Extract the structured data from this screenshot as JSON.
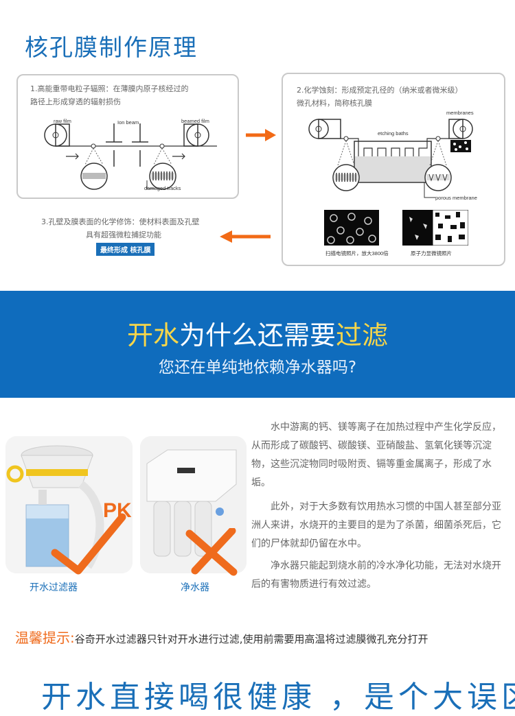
{
  "section1": {
    "title": "核孔膜制作原理",
    "step1": {
      "line1": "1.高能重带电粒子辐照：在薄膜内原子核经过的",
      "line2": "路径上形成穿透的辐射损伤",
      "labels": {
        "raw_film": "raw film",
        "ion_beam": "Ion beam",
        "beamed_film": "beamed film",
        "damaged_tracks": "damaged tracks"
      }
    },
    "step2": {
      "line1": "2.化学蚀刻：形成预定孔径的（纳米或者微米级）",
      "line2": "微孔材料，简称核孔膜",
      "labels": {
        "membranes": "membranes",
        "etching_baths": "etching baths",
        "porous_membrane": "porous membrane"
      },
      "caption_sem": "扫描电镜照片，放大3800倍",
      "caption_afm": "原子力显微镜照片"
    },
    "step3": {
      "line1": "3.孔壁及膜表面的化学修饰：使材料表面及孔壁",
      "line2": "具有超强微粒捕捉功能",
      "badge": "最终形成 核孔膜"
    }
  },
  "banner": {
    "title_p1": "开水",
    "title_p2": "为什么还需要",
    "title_p3": "过滤",
    "subtitle": "您还在单纯地依赖净水器吗?"
  },
  "compare": {
    "pk": "PK",
    "left_caption": "开水过滤器",
    "right_caption": "净水器",
    "para1": "水中游离的钙、镁等离子在加热过程中产生化学反应，从而形成了碳酸钙、碳酸镁、亚硝酸盐、氢氧化镁等沉淀物，这些沉淀物同时吸附贡、镉等重金属离子，形成了水垢。",
    "para2": "此外，对于大多数有饮用热水习惯的中国人甚至部分亚洲人来讲，水烧开的主要目的是为了杀菌，细菌杀死后，它们的尸体就却仍留在水中。",
    "para3": "净水器只能起到烧水前的冷水净化功能，无法对水烧开后的有害物质进行有效过滤。"
  },
  "tip": {
    "label": "温馨提示:",
    "text": "谷奇开水过滤器只针对开水进行过滤,使用前需要用高温将过滤膜微孔充分打开"
  },
  "bottom": {
    "text": "开水直接喝很健康 ，是个大误区"
  },
  "colors": {
    "brand_blue": "#1a6fb8",
    "banner_blue": "#0f6cbd",
    "accent_orange": "#ef6b1d",
    "highlight_yellow": "#f7d64a"
  }
}
